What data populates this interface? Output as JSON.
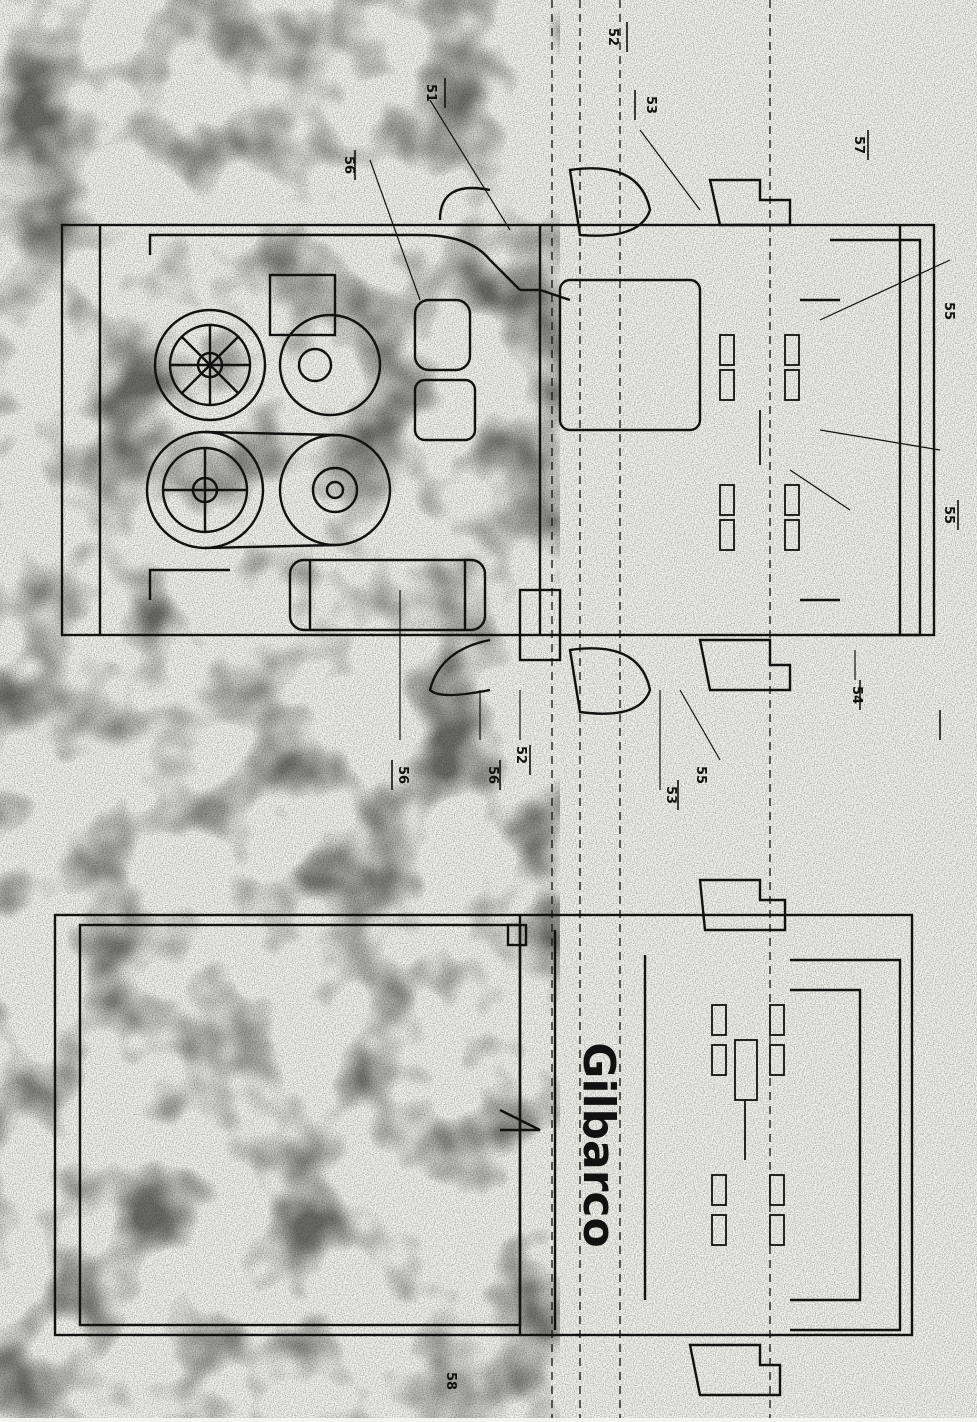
{
  "brand": "Gilbarco",
  "labels": {
    "s1": "51",
    "s2_top": "52",
    "s3_top": "53",
    "s4": "54",
    "s5_a": "55",
    "s5_b": "55",
    "s5_c": "55",
    "s6_top": "56",
    "s6_bottom": "56",
    "s2_bottom": "52",
    "s3_bottom": "53",
    "s7": "57",
    "s8": "58"
  }
}
